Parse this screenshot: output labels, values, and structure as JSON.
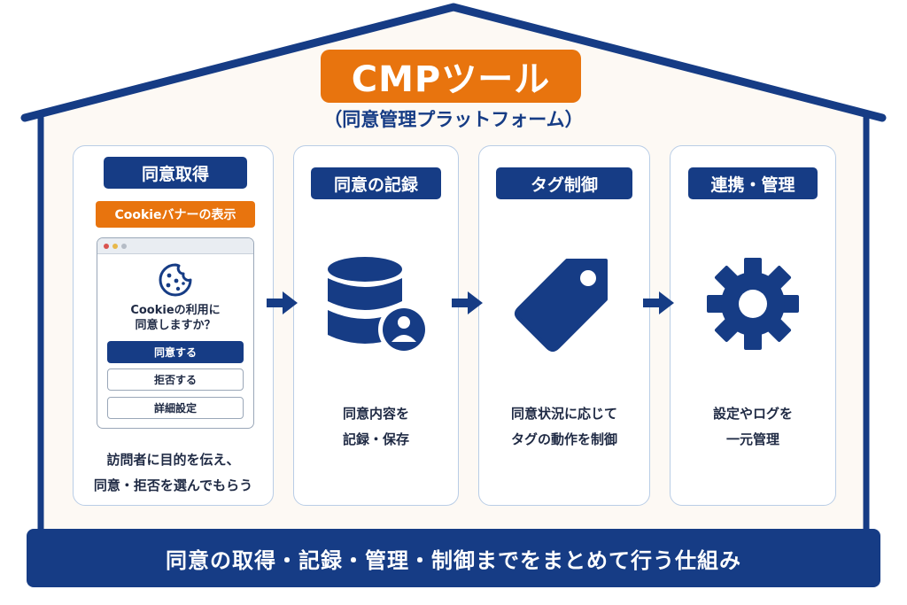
{
  "header": {
    "title": "CMPツール",
    "subtitle": "（同意管理プラットフォーム）"
  },
  "colors": {
    "navy": "#163c85",
    "orange": "#e8740e",
    "card_border": "#b9cde6",
    "house_fill": "#fdf9f4"
  },
  "cards": [
    {
      "title": "同意取得",
      "sub_badge": "Cookieバナーの表示",
      "banner": {
        "question_line1": "Cookieの利用に",
        "question_line2": "同意しますか？",
        "buttons": [
          "同意する",
          "拒否する",
          "詳細設定"
        ]
      },
      "desc_line1": "訪問者に目的を伝え、",
      "desc_line2": "同意・拒否を選んでもらう",
      "icon": "cookie-icon"
    },
    {
      "title": "同意の記録",
      "desc_line1": "同意内容を",
      "desc_line2": "記録・保存",
      "icon": "database-user-icon"
    },
    {
      "title": "タグ制御",
      "desc_line1": "同意状況に応じて",
      "desc_line2": "タグの動作を制御",
      "icon": "tag-icon"
    },
    {
      "title": "連携・管理",
      "desc_line1": "設定やログを",
      "desc_line2": "一元管理",
      "icon": "gear-icon"
    }
  ],
  "footer": {
    "text": "同意の取得・記録・管理・制御までをまとめて行う仕組み"
  }
}
